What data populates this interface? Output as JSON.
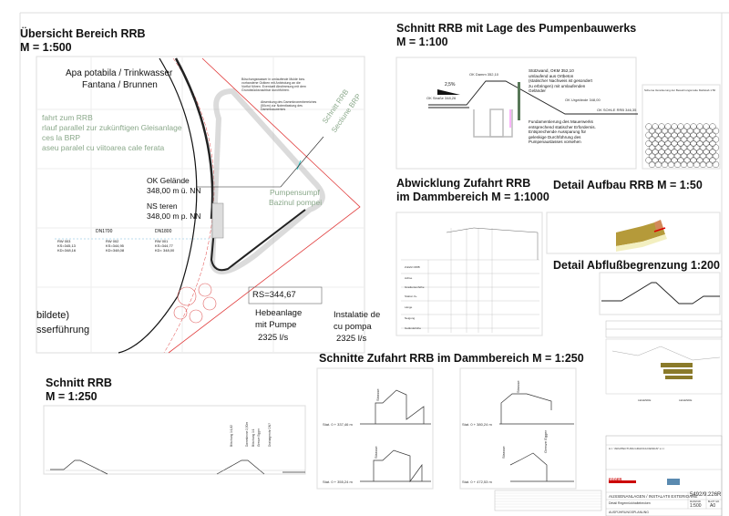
{
  "sheet": {
    "overview": {
      "title": "Übersicht Bereich RRB",
      "scale": "M = 1:500",
      "labels": {
        "water_1": "Apa potabila / Trinkwasser",
        "water_2": "Fantana / Brunnen",
        "access_1": "fahrt zum RRB",
        "access_2": "rlauf parallel zur zukünftigen Gleisanlage",
        "access_3": "ces la BRP",
        "access_4": "aseu paralel cu viitoarea cale ferata",
        "ok_gelande_1": "OK Gelände",
        "ok_gelande_2": "348,00 m ü. NN",
        "ns_teren_1": "NS teren",
        "ns_teren_2": "348,00 m p. NN",
        "pumpensumpf_1": "Pumpensumpf",
        "pumpensumpf_2": "Bazinul pompei",
        "schnitt_1": "Schnitt RRB",
        "schnitt_2": "Sectiune BRP",
        "rs": "RS=344,67",
        "hebe_1": "Hebeanlage",
        "hebe_2": "mit Pumpe",
        "hebe_3": "2325 l/s",
        "inst_1": "Instalatie de",
        "inst_2": "cu pompa",
        "inst_3": "2325 l/s",
        "left_1": "bildete)",
        "left_2": "sserführung",
        "note_1": "Böschungswasser in umlaufende Mulde bzw. vorhandene Gräben mit Anbindung an die Vorflut führen. Eventuell Abstimmung mit dem Grundstücksnachbar durchführen.",
        "note_2": "Absenkung des Dammkronenbereiches (50cm) zur Notentlastung des Dammbauwerkes"
      },
      "pipes": [
        {
          "dn": "DN1700",
          "rw": "RW 003",
          "ks": "KS=345,13",
          "kd": "KD=348,16"
        },
        {
          "dn": "",
          "rw": "RW 002",
          "ks": "KS=344,95",
          "kd": "KD=348,08"
        },
        {
          "dn": "DN1800",
          "rw": "RW 001",
          "ks": "KS=344,77",
          "kd": "KD= 348,00"
        }
      ]
    },
    "section_pump": {
      "title": "Schnitt RRB mit Lage des Pumpenbauwerks",
      "scale": "M = 1:100",
      "ok_damm": "OK Damm 352,10",
      "slope": "2,5%",
      "ok_strasse": "OK Straße 348,26",
      "ok_urgelande": "OK Urgelände 348,00",
      "ok_sohle": "OK SOHLE RRB 346,35",
      "wall_note": "Stützwand, OKM 352,10 umlaufend aus Ortbeton (statischer Nachweis ist gesondert zu erbringen) mit umlaufenden Geländer",
      "foundation_note": "Fundamentierung des Mauerwerks entsprechend statischer Erfordernis. Entsprechende Aussparung für gelenkige Durchführung des Pumpenauslasses vorsehen",
      "legend_title": "Schema Verankerung der Bewehrungsmatte Maßstab 1:50"
    },
    "development": {
      "title_1": "Abwicklung Zufahrt RRB",
      "title_2": "im Dammbereich M = 1:1000",
      "rows": [
        "Zufahrt RRB",
        "Achse",
        "Gradientenhöhe",
        "Station 0+",
        "Länge",
        "Neigung",
        "Geländehöhe"
      ]
    },
    "detail_build": {
      "title": "Detail Aufbau RRB M = 1:50"
    },
    "detail_outflow": {
      "title": "Detail Abflußbegrenzung 1:200"
    },
    "sections_access": {
      "title": "Schnitte Zufahrt RRB im Dammbereich M = 1:250",
      "stations": [
        "Stat. 0 + 337,46 m",
        "Stat. 0 + 355,24 m",
        "Stat. 0 + 380,24 m",
        "Stat. 0 + 472,53 m"
      ],
      "strasse": "Strasse",
      "grenze": "Grenze Egger"
    },
    "section_rrb": {
      "title": "Schnitt RRB",
      "scale": "M = 1:250",
      "callouts": [
        "Böschung 1:1,82",
        "Dammkrone 2,50m",
        "Böschung 1:1",
        "Grenze Egger",
        "Drainagerohr DN?"
      ]
    },
    "title_block": {
      "project": "AUSSENANLAGEN / INSTALATII EXTERIOARE",
      "drawing_no": "5492/9.226R",
      "subject": "Detail Regenrückhaltebecken",
      "scale_label": "MASSTAB",
      "scale": "1:500",
      "format_label": "BLATT GR.",
      "format": "A0",
      "phase": "AUSFÜHRUNGSPLANUNG",
      "architect": "A.I. \"ARHITECTURA GRAFICA DESIGN\" s.r.l.",
      "client_logo": "EGGER",
      "legend": "LEGENDE"
    },
    "colors": {
      "boundary": "#e03a3a",
      "green_text": "#8aa88a",
      "cyan": "#22c8c8",
      "pump": "#e06060"
    }
  }
}
